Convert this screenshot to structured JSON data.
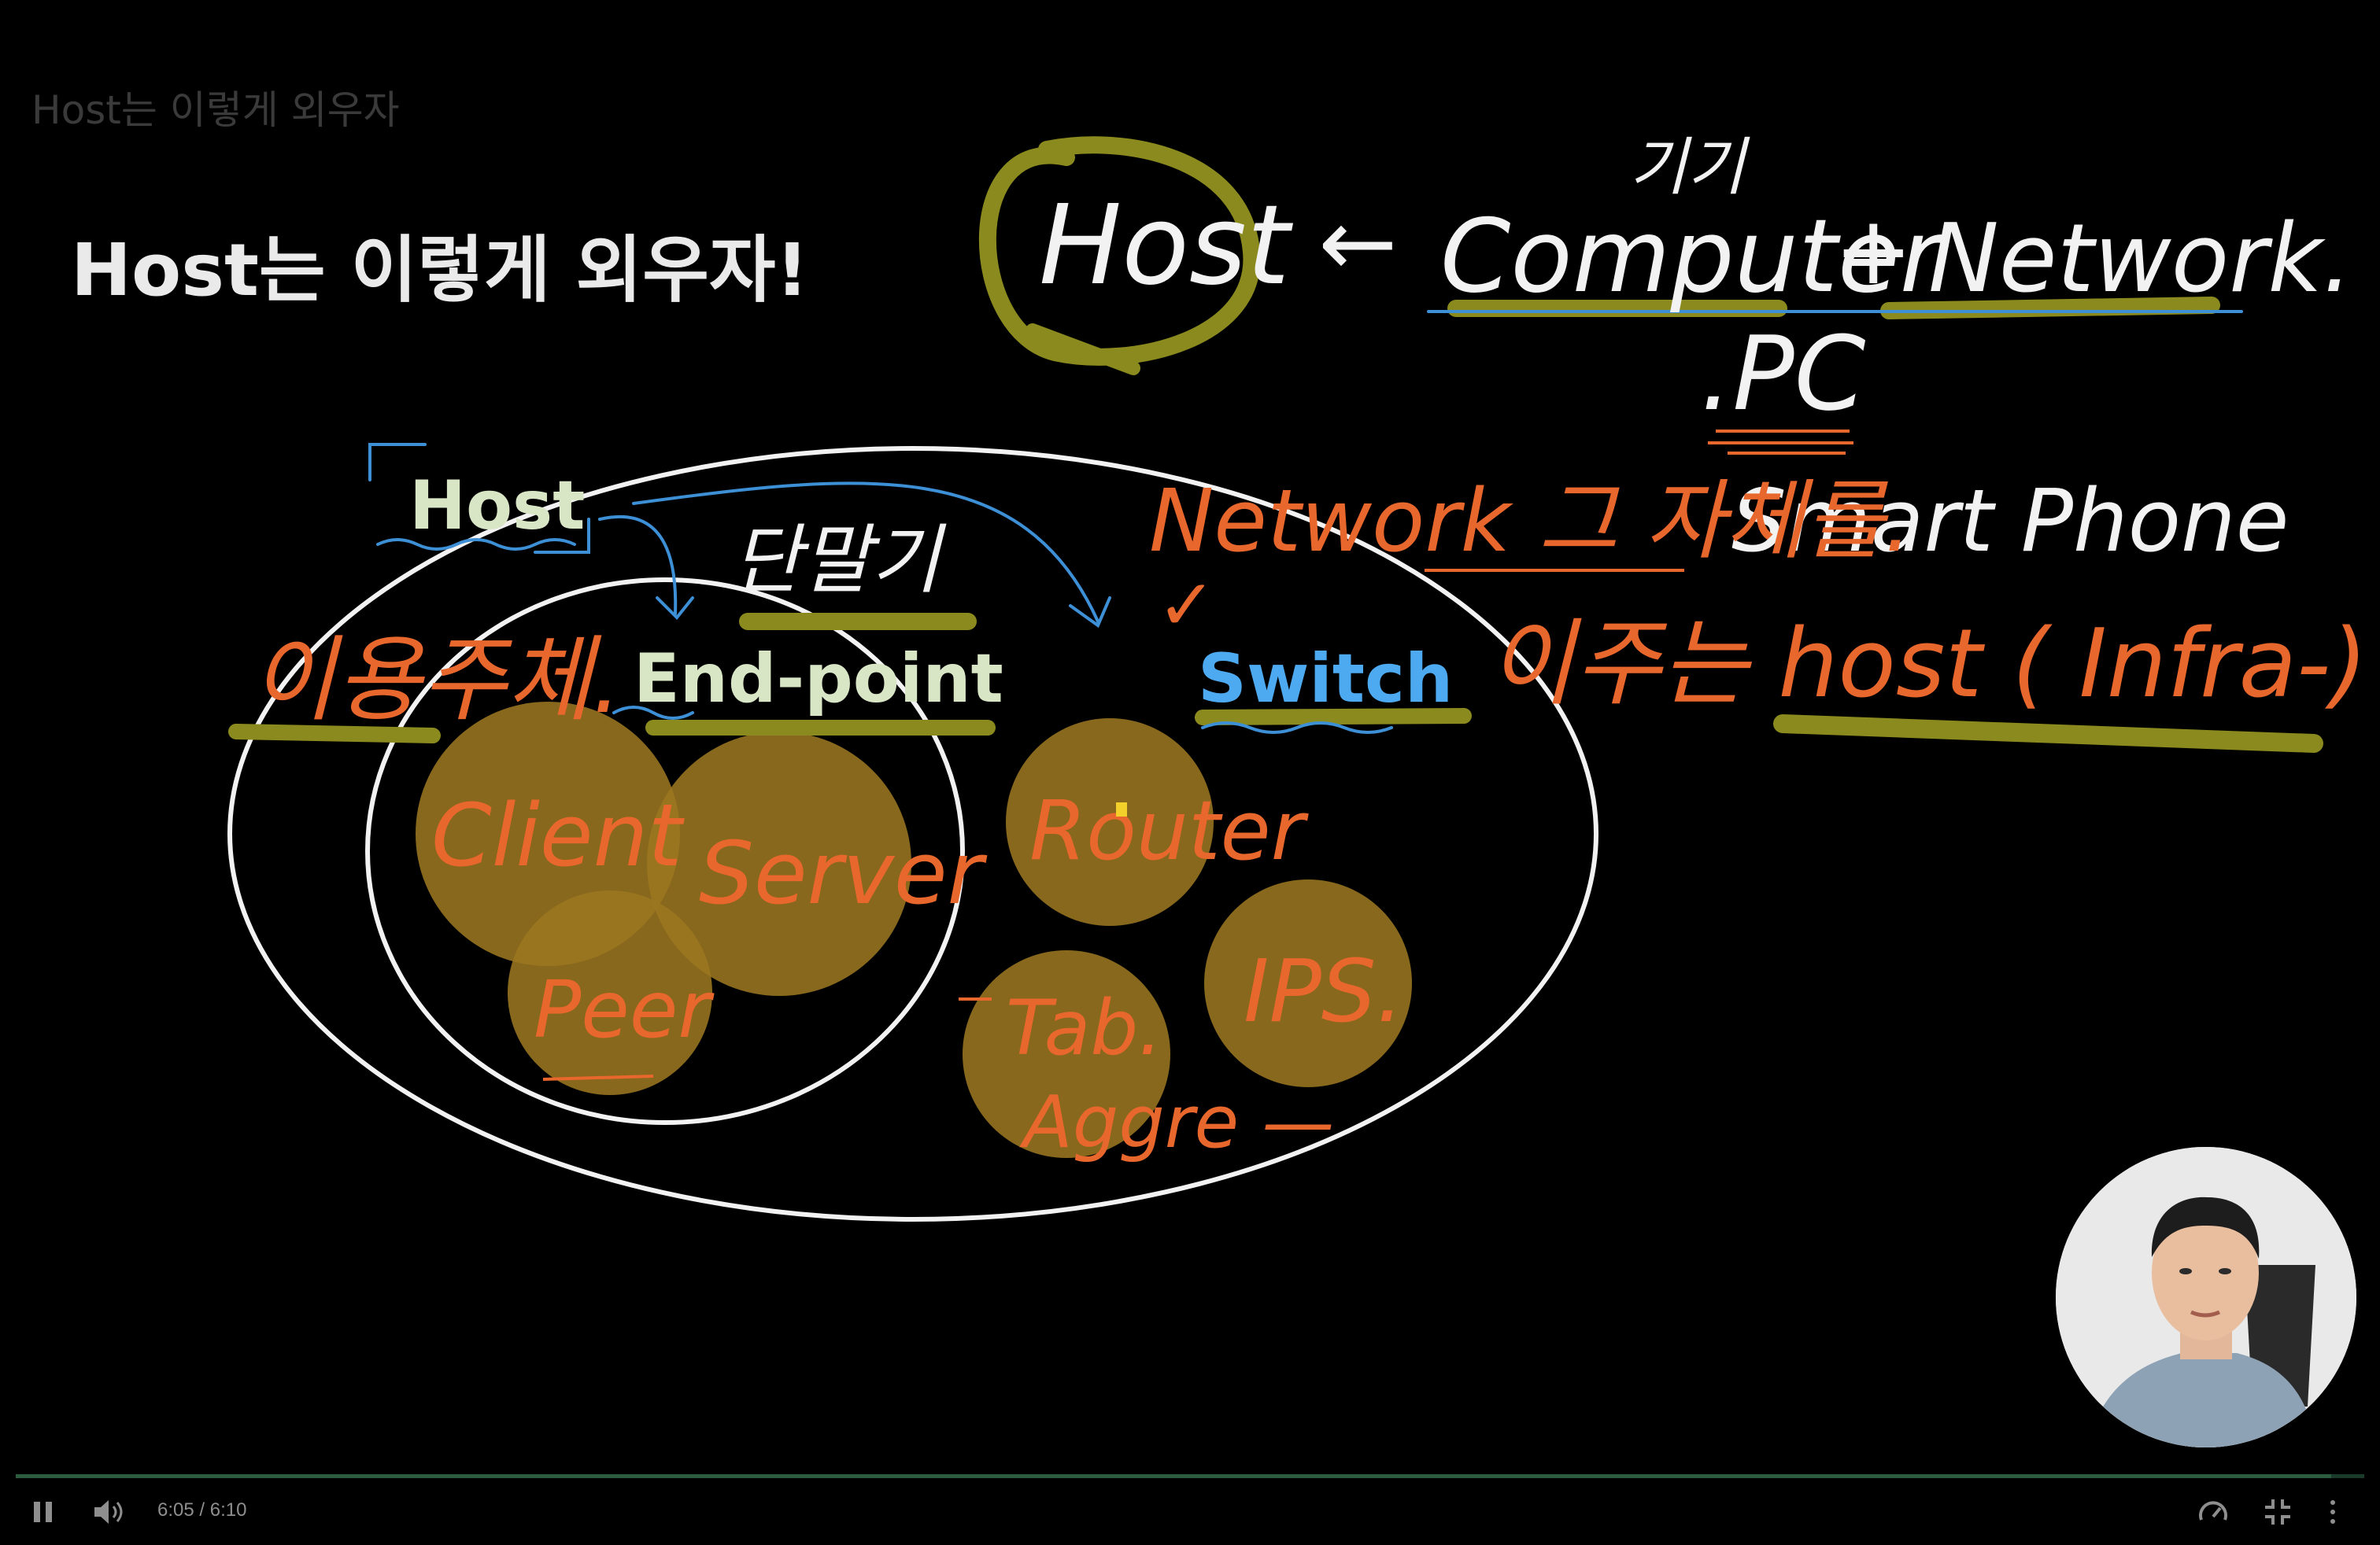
{
  "player": {
    "overlay_title": "Host는 이렇게 외우자",
    "time": "6:05 / 6:10",
    "progress": 0.986,
    "icons": [
      "pause-icon",
      "volume-icon",
      "playback-speed-icon",
      "exit-fullscreen-icon",
      "more-options-icon"
    ]
  },
  "slide": {
    "title": "Host는 이렇게 외우자!",
    "labels": {
      "host": "Host",
      "endpoint": "End-point",
      "switch": "Switch"
    }
  },
  "handwriting": {
    "host_circled": "Host",
    "arrow": "←",
    "computer": "Computer",
    "plus": "+",
    "network": "Network.",
    "above_computer": "기기",
    "pc": ".PC",
    "terminal": "단말기",
    "user_side": "이용주체.",
    "network_itself": "Network 그 자체를.",
    "smartphone": "Smart Phone",
    "infra_host": "이주는 host ( Infra-)",
    "client": "Client",
    "server": "Server",
    "peer": "Peer",
    "router": "Router",
    "ips": "IPS.",
    "tab": "Tab.",
    "aggre": "Aggre —",
    "checkmark": "✓"
  },
  "colors": {
    "background": "#000000",
    "orange_ink": "#e8672c",
    "olive_ink": "#8b8a1e",
    "circle_fill": "#9b7621",
    "blue_ink": "#3d8fd6",
    "switch_blue": "#4da9f0",
    "cream": "#d9e6c6",
    "white_ink": "#f2f2f2"
  }
}
